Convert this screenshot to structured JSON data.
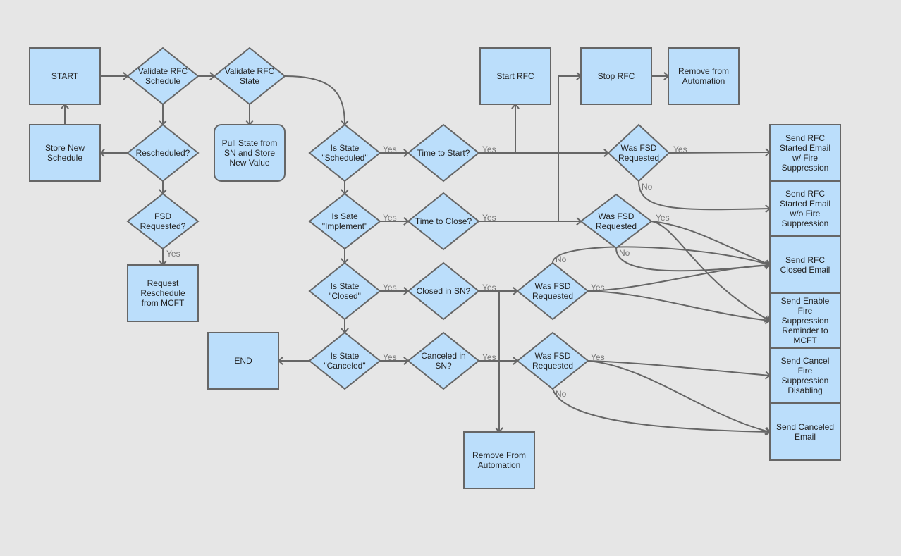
{
  "diagram": {
    "title": "RFC Automation Flow",
    "colors": {
      "node_fill": "#bbdefb",
      "stroke": "#666666",
      "background": "#e6e6e6",
      "edge_label": "#777777"
    },
    "nodes": [
      {
        "id": "start",
        "type": "process",
        "label": [
          "START"
        ]
      },
      {
        "id": "validate_schedule",
        "type": "decision",
        "label": [
          "Validate RFC",
          "Schedule"
        ]
      },
      {
        "id": "validate_state",
        "type": "decision",
        "label": [
          "Validate RFC",
          "State"
        ]
      },
      {
        "id": "store_schedule",
        "type": "process",
        "label": [
          "Store New",
          "Schedule"
        ]
      },
      {
        "id": "rescheduled",
        "type": "decision",
        "label": [
          "Rescheduled?"
        ]
      },
      {
        "id": "pull_state",
        "type": "rounded",
        "label": [
          "Pull State from",
          "SN and Store",
          "New Value"
        ]
      },
      {
        "id": "fsd_requested",
        "type": "decision",
        "label": [
          "FSD",
          "Requested?"
        ]
      },
      {
        "id": "request_reschedule",
        "type": "process",
        "label": [
          "Request",
          "Reschedule",
          "from MCFT"
        ]
      },
      {
        "id": "end",
        "type": "process",
        "label": [
          "END"
        ]
      },
      {
        "id": "is_scheduled",
        "type": "decision",
        "label": [
          "Is State",
          "\"Scheduled\""
        ]
      },
      {
        "id": "is_implement",
        "type": "decision",
        "label": [
          "Is Sate",
          "\"Implement\""
        ]
      },
      {
        "id": "is_closed",
        "type": "decision",
        "label": [
          "Is State",
          "\"Closed\""
        ]
      },
      {
        "id": "is_canceled",
        "type": "decision",
        "label": [
          "Is State",
          "\"Canceled\""
        ]
      },
      {
        "id": "time_to_start",
        "type": "decision",
        "label": [
          "Time to Start?"
        ]
      },
      {
        "id": "time_to_close",
        "type": "decision",
        "label": [
          "Time to Close?"
        ]
      },
      {
        "id": "closed_in_sn",
        "type": "decision",
        "label": [
          "Closed in SN?"
        ]
      },
      {
        "id": "canceled_in_sn",
        "type": "decision",
        "label": [
          "Canceled in",
          "SN?"
        ]
      },
      {
        "id": "start_rfc",
        "type": "process",
        "label": [
          "Start RFC"
        ]
      },
      {
        "id": "stop_rfc",
        "type": "process",
        "label": [
          "Stop RFC"
        ]
      },
      {
        "id": "remove_automation_top",
        "type": "process",
        "label": [
          "Remove from",
          "Automation"
        ]
      },
      {
        "id": "remove_automation_bottom",
        "type": "process",
        "label": [
          "Remove From",
          "Automation"
        ]
      },
      {
        "id": "was_fsd_1",
        "type": "decision",
        "label": [
          "Was FSD",
          "Requested"
        ]
      },
      {
        "id": "was_fsd_2",
        "type": "decision",
        "label": [
          "Was FSD",
          "Requested"
        ]
      },
      {
        "id": "was_fsd_3",
        "type": "decision",
        "label": [
          "Was FSD",
          "Requested"
        ]
      },
      {
        "id": "was_fsd_4",
        "type": "decision",
        "label": [
          "Was FSD",
          "Requested"
        ]
      },
      {
        "id": "email_started_fire",
        "type": "process",
        "label": [
          "Send RFC",
          "Started Email",
          "w/ Fire",
          "Suppression"
        ]
      },
      {
        "id": "email_started_nofire",
        "type": "process",
        "label": [
          "Send RFC",
          "Started Email",
          "w/o Fire",
          "Suppression"
        ]
      },
      {
        "id": "email_closed",
        "type": "process",
        "label": [
          "Send RFC",
          "Closed Email"
        ]
      },
      {
        "id": "email_enable_fire",
        "type": "process",
        "label": [
          "Send Enable",
          "Fire",
          "Suppression",
          "Reminder to",
          "MCFT"
        ]
      },
      {
        "id": "email_cancel_fire",
        "type": "process",
        "label": [
          "Send Cancel",
          "Fire",
          "Suppression",
          "Disabling"
        ]
      },
      {
        "id": "email_canceled",
        "type": "process",
        "label": [
          "Send Canceled",
          "Email"
        ]
      }
    ],
    "edges": [
      {
        "from": "start",
        "to": "validate_schedule",
        "label": ""
      },
      {
        "from": "validate_schedule",
        "to": "validate_state",
        "label": ""
      },
      {
        "from": "validate_schedule",
        "to": "rescheduled",
        "label": ""
      },
      {
        "from": "rescheduled",
        "to": "store_schedule",
        "label": ""
      },
      {
        "from": "store_schedule",
        "to": "start",
        "label": ""
      },
      {
        "from": "rescheduled",
        "to": "fsd_requested",
        "label": ""
      },
      {
        "from": "fsd_requested",
        "to": "request_reschedule",
        "label": "Yes"
      },
      {
        "from": "validate_state",
        "to": "pull_state",
        "label": ""
      },
      {
        "from": "validate_state",
        "to": "is_scheduled",
        "label": ""
      },
      {
        "from": "is_scheduled",
        "to": "is_implement",
        "label": ""
      },
      {
        "from": "is_implement",
        "to": "is_closed",
        "label": ""
      },
      {
        "from": "is_closed",
        "to": "is_canceled",
        "label": ""
      },
      {
        "from": "is_canceled",
        "to": "end",
        "label": ""
      },
      {
        "from": "is_scheduled",
        "to": "time_to_start",
        "label": "Yes"
      },
      {
        "from": "is_implement",
        "to": "time_to_close",
        "label": "Yes"
      },
      {
        "from": "is_closed",
        "to": "closed_in_sn",
        "label": "Yes"
      },
      {
        "from": "is_canceled",
        "to": "canceled_in_sn",
        "label": "Yes"
      },
      {
        "from": "time_to_start",
        "to": "start_rfc",
        "label": "Yes"
      },
      {
        "from": "time_to_start",
        "to": "was_fsd_1",
        "label": ""
      },
      {
        "from": "time_to_close",
        "to": "stop_rfc",
        "label": "Yes"
      },
      {
        "from": "time_to_close",
        "to": "was_fsd_2",
        "label": ""
      },
      {
        "from": "stop_rfc",
        "to": "remove_automation_top",
        "label": ""
      },
      {
        "from": "closed_in_sn",
        "to": "was_fsd_3",
        "label": "Yes"
      },
      {
        "from": "closed_in_sn",
        "to": "remove_automation_bottom",
        "label": ""
      },
      {
        "from": "canceled_in_sn",
        "to": "was_fsd_4",
        "label": "Yes"
      },
      {
        "from": "was_fsd_1",
        "to": "email_started_fire",
        "label": "Yes"
      },
      {
        "from": "was_fsd_1",
        "to": "email_started_nofire",
        "label": "No"
      },
      {
        "from": "was_fsd_2",
        "to": "email_closed",
        "label": "Yes"
      },
      {
        "from": "was_fsd_2",
        "to": "email_enable_fire",
        "label": ""
      },
      {
        "from": "was_fsd_2",
        "to": "email_closed",
        "label": "No"
      },
      {
        "from": "was_fsd_3",
        "to": "email_closed",
        "label": "Yes"
      },
      {
        "from": "was_fsd_3",
        "to": "email_enable_fire",
        "label": ""
      },
      {
        "from": "was_fsd_3",
        "to": "email_closed",
        "label": "No"
      },
      {
        "from": "was_fsd_4",
        "to": "email_cancel_fire",
        "label": "Yes"
      },
      {
        "from": "was_fsd_4",
        "to": "email_canceled",
        "label": ""
      },
      {
        "from": "was_fsd_4",
        "to": "email_canceled",
        "label": "No"
      }
    ]
  }
}
